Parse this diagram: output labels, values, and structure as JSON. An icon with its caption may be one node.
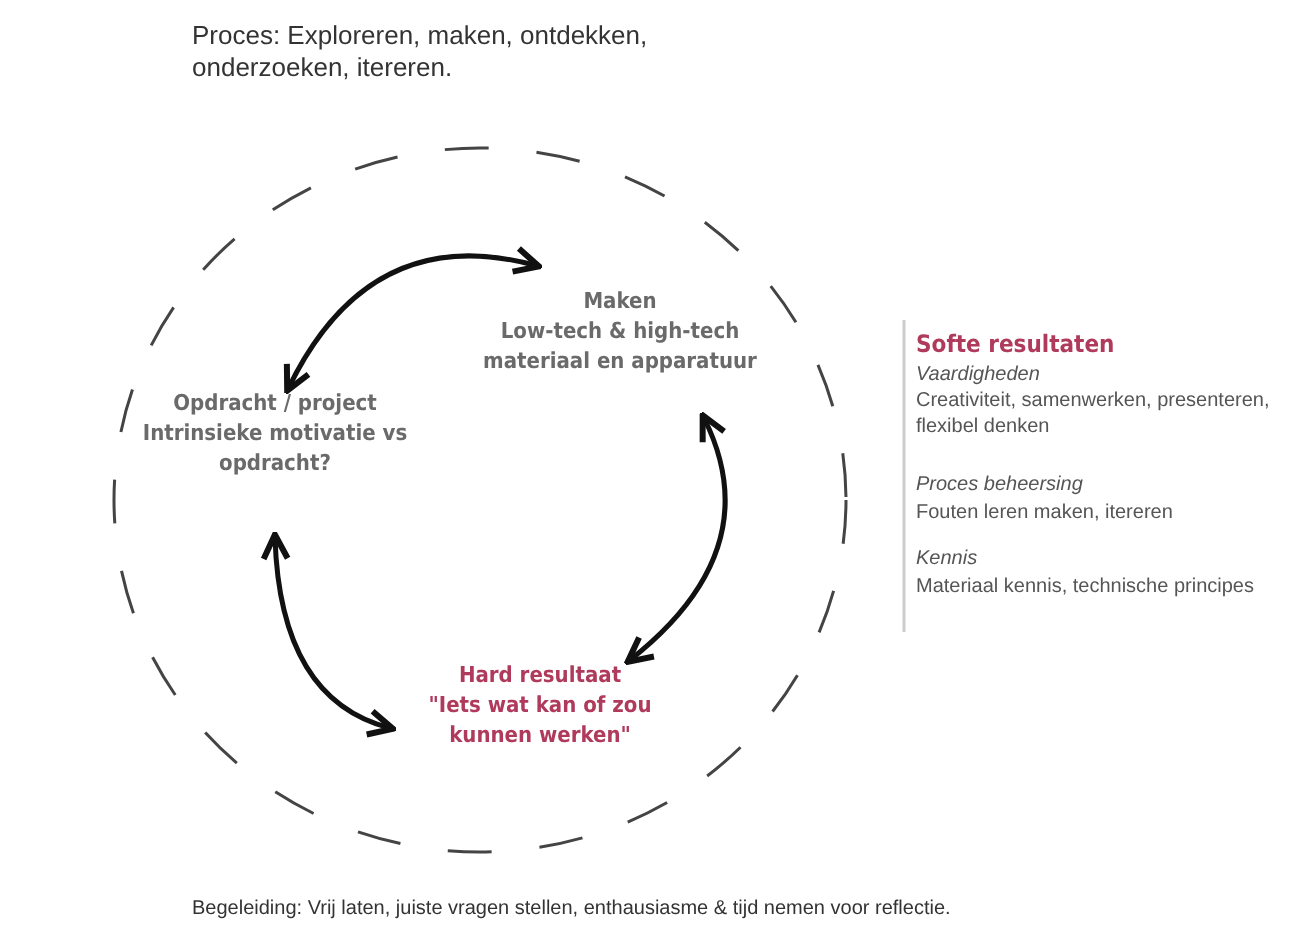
{
  "diagram": {
    "nodes": [
      {
        "text": [
          "Opdracht / project",
          "Intrinsieke motivatie vs opdracht?"
        ]
      },
      {
        "text": [
          "Maken",
          "Low-tech & high-tech materiaal en apparatuur"
        ]
      },
      {
        "text": [
          "Hard resultaat",
          "\"Iets wat kan of zou kunnen werken\""
        ]
      }
    ],
    "edges": [
      {
        "from": 0,
        "to": 1,
        "arrow": "both"
      },
      {
        "from": 1,
        "to": 2,
        "arrow": "both"
      },
      {
        "from": 2,
        "to": 0,
        "arrow": "both"
      }
    ],
    "labels": [
      "Proces: Exploreren, maken, ontdekken, onderzoeken, itereren.",
      "Softe resultaten",
      "Vaardigheden",
      "Creativiteit, samenwerken, presenteren, flexibel denken",
      "Proces beheersing",
      "Fouten leren maken, itereren",
      "Kennis",
      "Materiaal kennis, technische principes",
      "Begeleiding: Vrij laten, juiste vragen stellen, enthausiasme & tijd nemen voor reflectie."
    ]
  }
}
